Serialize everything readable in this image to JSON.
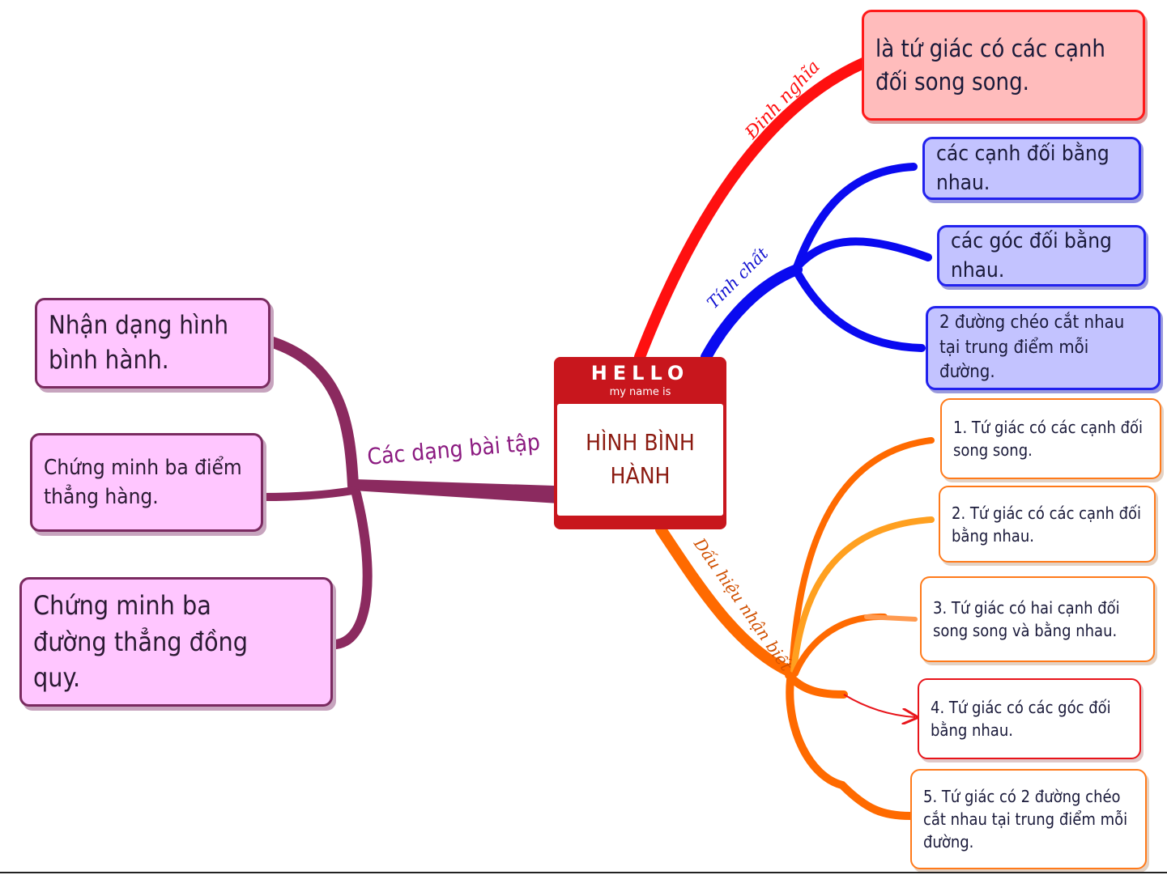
{
  "center": {
    "hello": "HELLO",
    "subtitle": "my name is",
    "title": "HÌNH BÌNH HÀNH"
  },
  "branches": {
    "definition": {
      "label": "Định nghĩa",
      "color": "#ff0000",
      "items": [
        "là tứ giác có các cạnh đối song song."
      ]
    },
    "properties": {
      "label": "Tính chất",
      "color": "#0000ee",
      "items": [
        "các cạnh đối bằng nhau.",
        "các góc đối bằng nhau.",
        "2 đường chéo cắt nhau tại trung điểm mỗi đường."
      ]
    },
    "signs": {
      "label": "Dấu hiệu nhận biết",
      "color": "#ff6a00",
      "items": [
        "1. Tứ giác có các cạnh đối song song.",
        "2. Tứ giác có các cạnh đối bằng nhau.",
        "3. Tứ giác có hai cạnh đối song song và bằng nhau.",
        "4. Tứ giác có các góc đối bằng nhau.",
        "5. Tứ giác có 2 đường chéo cắt nhau tại trung điểm mỗi đường."
      ]
    },
    "exercises": {
      "label": "Các dạng bài tập",
      "color": "#8b2a5f",
      "items": [
        "Nhận dạng hình bình hành.",
        "Chứng minh ba điểm thẳng hàng.",
        "Chứng minh ba đường thẳng đồng quy."
      ]
    }
  }
}
